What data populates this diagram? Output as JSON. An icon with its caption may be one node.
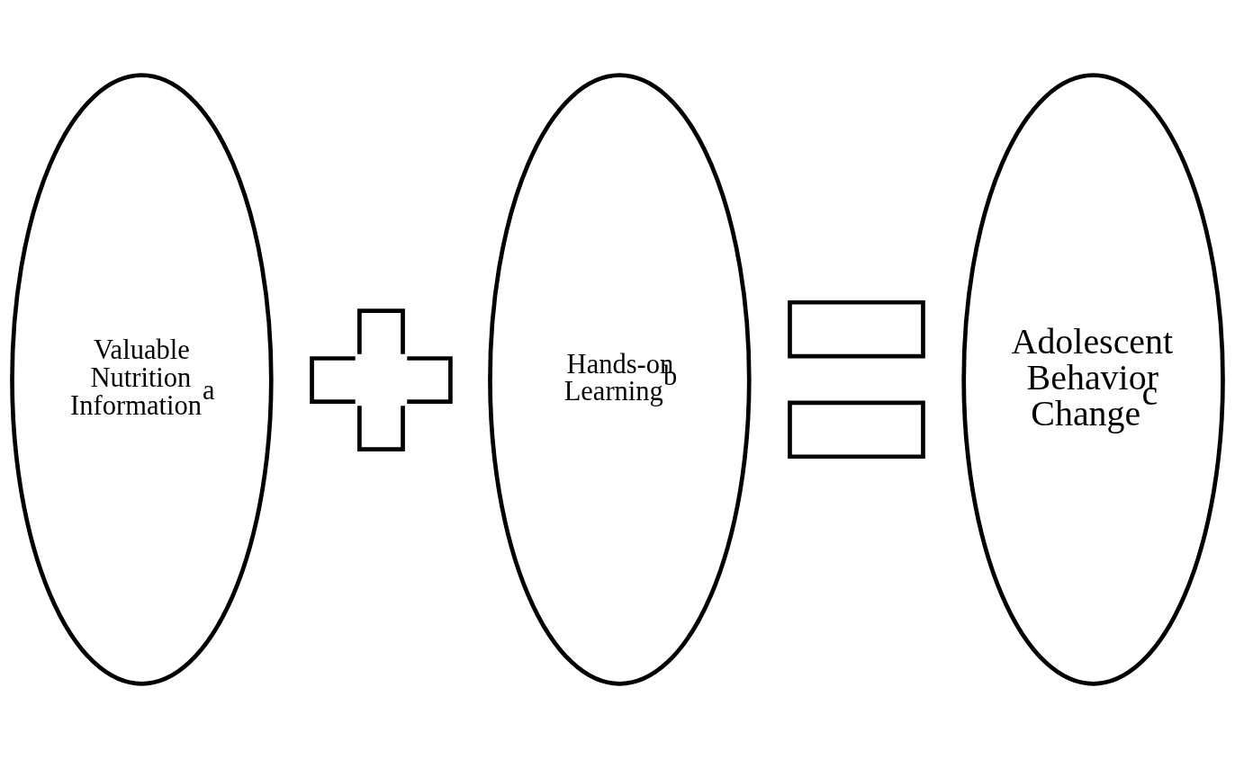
{
  "diagram": {
    "nodes": [
      {
        "text": [
          "Valuable Nutrition Information$^{a}$"
        ]
      },
      {
        "text": [],
        "shape": "plus"
      },
      {
        "text": [
          "Hands-on Learning$^{b}$"
        ]
      },
      {
        "text": [],
        "shape": "equals"
      },
      {
        "text": [
          "Adolescent Behavior Change$^{c}$"
        ]
      }
    ],
    "edges": []
  }
}
